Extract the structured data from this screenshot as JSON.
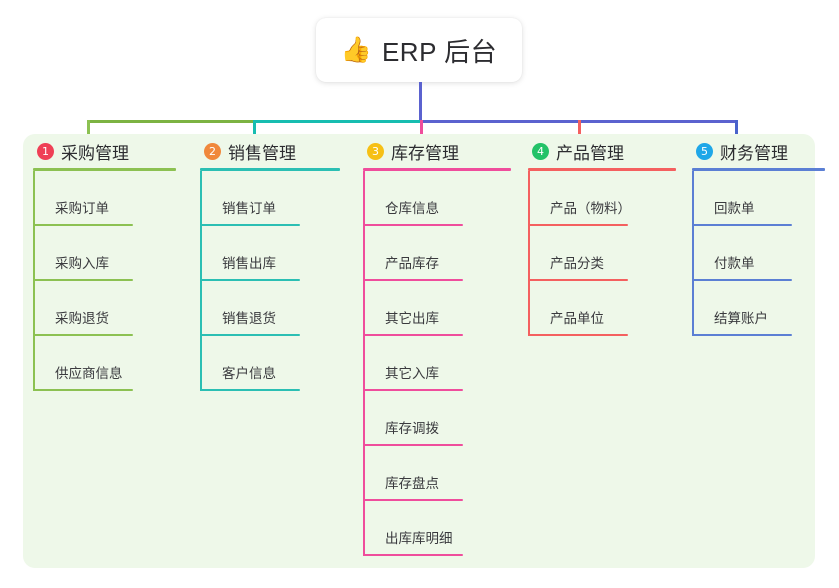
{
  "root": {
    "icon": "thumbs-up-icon",
    "emoji": "👍",
    "title": "ERP 后台"
  },
  "theme": {
    "panel_bg": "#eef8e9",
    "page_bg": "#ffffff",
    "trunk_color": "#5b62cf",
    "bus_segment_1": "#7cb342",
    "bus_segment_2": "#17bdb0",
    "bus_segment_3": "#5b62cf"
  },
  "columns": [
    {
      "index": "1",
      "title": "采购管理",
      "badge_color": "#ef4056",
      "line_color": "#8cc152",
      "drop_color": "#8cc152",
      "items": [
        "采购订单",
        "采购入库",
        "采购退货",
        "供应商信息"
      ]
    },
    {
      "index": "2",
      "title": "销售管理",
      "badge_color": "#f0883c",
      "line_color": "#2bbfb3",
      "drop_color": "#17bdb0",
      "items": [
        "销售订单",
        "销售出库",
        "销售退货",
        "客户信息"
      ]
    },
    {
      "index": "3",
      "title": "库存管理",
      "badge_color": "#f6c016",
      "line_color": "#ef4d9c",
      "drop_color": "#ef4d9c",
      "items": [
        "仓库信息",
        "产品库存",
        "其它出库",
        "其它入库",
        "库存调拨",
        "库存盘点",
        "出库库明细"
      ]
    },
    {
      "index": "4",
      "title": "产品管理",
      "badge_color": "#23c268",
      "line_color": "#f4605f",
      "drop_color": "#f4605f",
      "items": [
        "产品（物料）",
        "产品分类",
        "产品单位"
      ]
    },
    {
      "index": "5",
      "title": "财务管理",
      "badge_color": "#1fa7e8",
      "line_color": "#5b7fd4",
      "drop_color": "#4a63cb",
      "items": [
        "回款单",
        "付款单",
        "结算账户"
      ]
    }
  ]
}
